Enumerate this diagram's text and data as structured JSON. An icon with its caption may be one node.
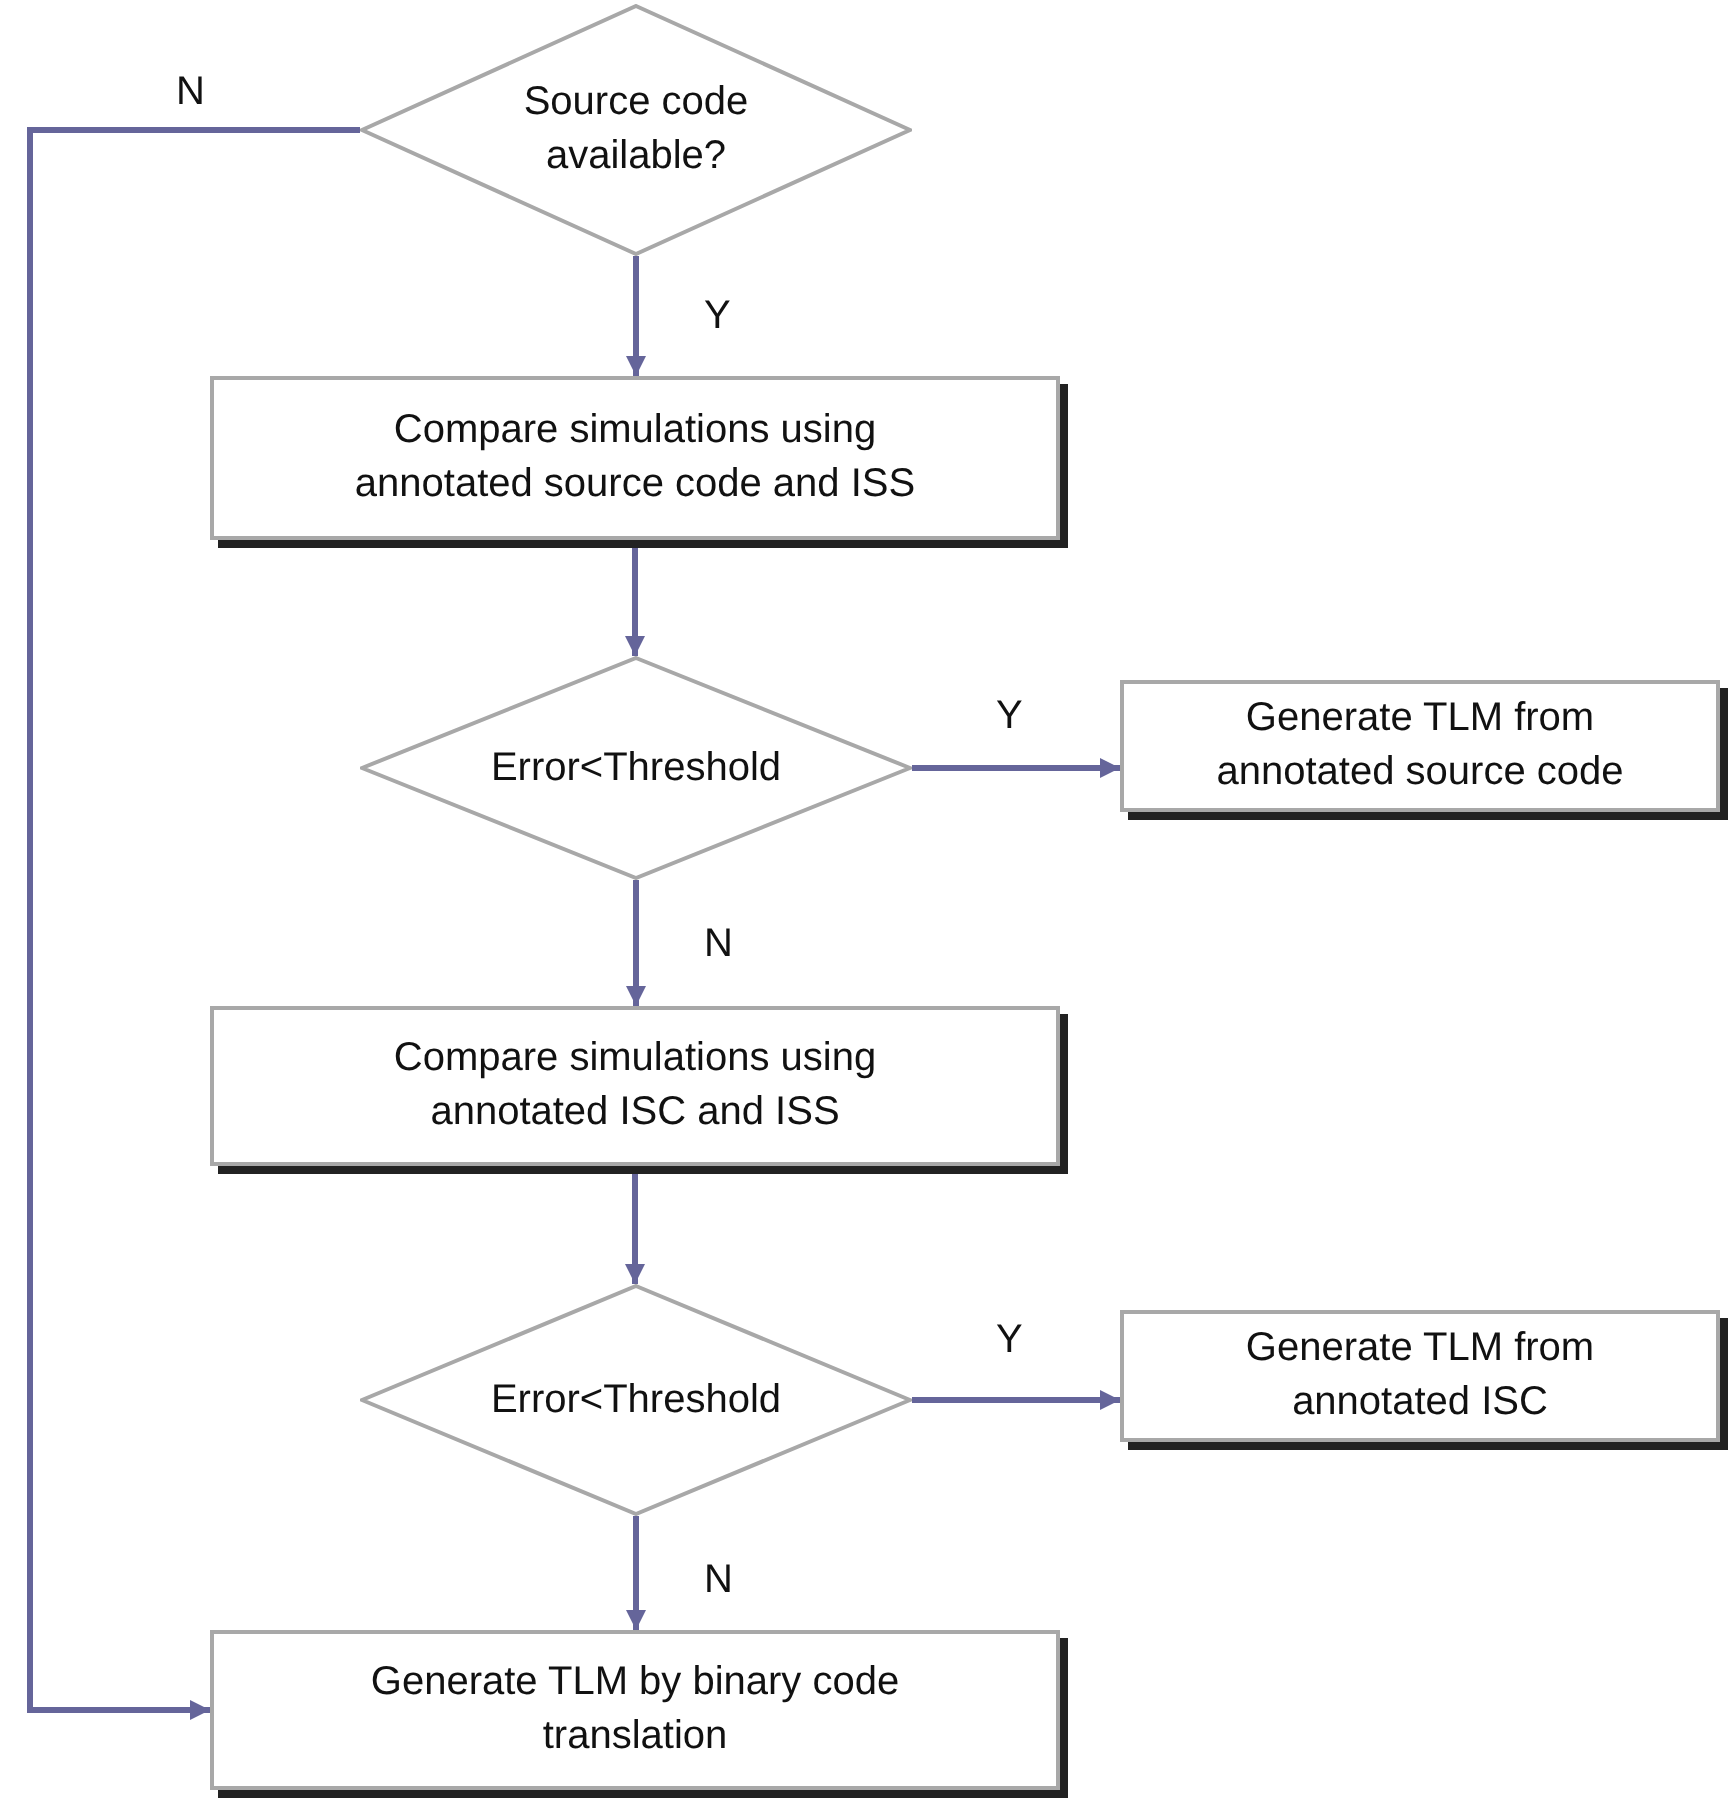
{
  "diagram": {
    "nodes": [
      {
        "text": [
          "Source code available?"
        ]
      },
      {
        "text": [
          "Compare simulations using annotated source code  and ISS"
        ]
      },
      {
        "text": [
          "Error<Threshold"
        ]
      },
      {
        "text": [
          "Generate TLM from annotated source code"
        ]
      },
      {
        "text": [
          "Compare simulations using annotated ISC and ISS"
        ]
      },
      {
        "text": [
          "Error<Threshold"
        ]
      },
      {
        "text": [
          "Generate TLM from annotated ISC"
        ]
      },
      {
        "text": [
          "Generate TLM by binary code translation"
        ]
      }
    ],
    "edges": [
      {
        "from": 0,
        "to": 1,
        "arrow": "to",
        "label": "Y"
      },
      {
        "from": 1,
        "to": 2,
        "arrow": "to"
      },
      {
        "from": 2,
        "to": 3,
        "arrow": "to",
        "label": "Y"
      },
      {
        "from": 2,
        "to": 4,
        "arrow": "to",
        "label": "N"
      },
      {
        "from": 4,
        "to": 5,
        "arrow": "to"
      },
      {
        "from": 5,
        "to": 6,
        "arrow": "to",
        "label": "Y"
      },
      {
        "from": 5,
        "to": 7,
        "arrow": "to",
        "label": "N"
      },
      {
        "from": 0,
        "to": 7,
        "arrow": "to",
        "label": "N"
      }
    ]
  }
}
